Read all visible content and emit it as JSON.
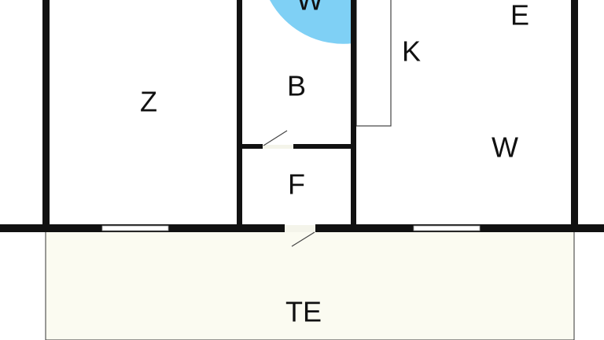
{
  "floorplan": {
    "rooms": {
      "shower": "W",
      "bathroom": "B",
      "kitchen_counter": "K",
      "entrance": "E",
      "bedroom": "Z",
      "living": "W",
      "hallway": "F",
      "terrace": "TE"
    },
    "colors": {
      "wall": "#111111",
      "shower": "#7fd0f5",
      "terrace": "#fbfbf1"
    }
  }
}
